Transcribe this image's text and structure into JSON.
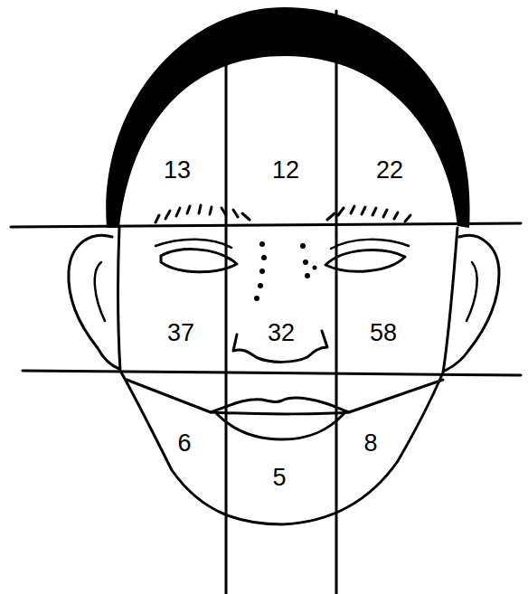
{
  "diagram": {
    "labels": [
      "13",
      "12",
      "22",
      "37",
      "32",
      "58",
      "6",
      "5",
      "8"
    ]
  }
}
